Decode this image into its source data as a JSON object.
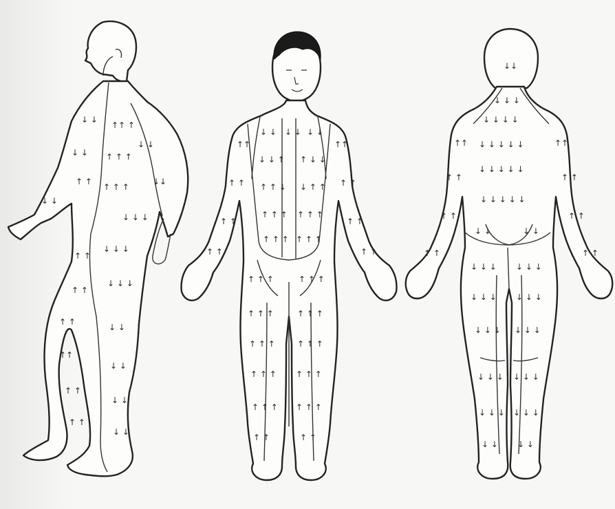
{
  "figure": {
    "figures": [
      {
        "id": "side-view",
        "view": "lateral"
      },
      {
        "id": "front-view",
        "view": "anterior"
      },
      {
        "id": "back-view",
        "view": "posterior"
      }
    ],
    "arrow_glyphs": {
      "up": "↑",
      "down": "↓"
    },
    "colors": {
      "background": "#f7f7f6",
      "outline": "#222222",
      "arrows": "#2a2a2a",
      "hair": "#1b1b1b"
    }
  }
}
